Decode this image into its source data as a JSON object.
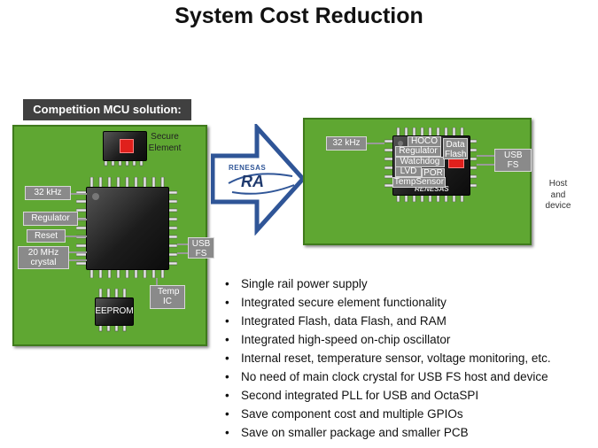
{
  "title": "System Cost Reduction",
  "competition": {
    "label": "Competition MCU solution:",
    "secure_element": "Secure Element",
    "tag_32khz": "32 kHz",
    "tag_regulator": "Regulator",
    "tag_reset": "Reset",
    "tag_20mhz": "20 MHz crystal",
    "tag_usb": "USB FS",
    "tag_temp": "Temp IC",
    "eeprom": "EEPROM"
  },
  "arrow": {
    "brand": "RENESAS",
    "product": "RA"
  },
  "renesas": {
    "tag_32khz": "32 kHz",
    "hoco": "HOCO",
    "regulator": "Regulator",
    "watchdog": "Watchdog",
    "lvd": "LVD",
    "por": "POR",
    "tempsensor": "TempSensor",
    "data_flash": "Data Flash",
    "chip_brand": "RENESAS",
    "tag_usb": "USB FS",
    "host_device": "Host and device"
  },
  "bullets": [
    "Single rail power supply",
    "Integrated secure element functionality",
    "Integrated Flash, data Flash, and RAM",
    "Integrated high-speed on-chip oscillator",
    "Internal reset, temperature sensor, voltage monitoring, etc.",
    "No need of main clock crystal for USB FS host and device",
    "Second integrated PLL for USB and OctaSPI",
    "Save component cost and multiple GPIOs",
    "Save on smaller package and smaller PCB"
  ]
}
